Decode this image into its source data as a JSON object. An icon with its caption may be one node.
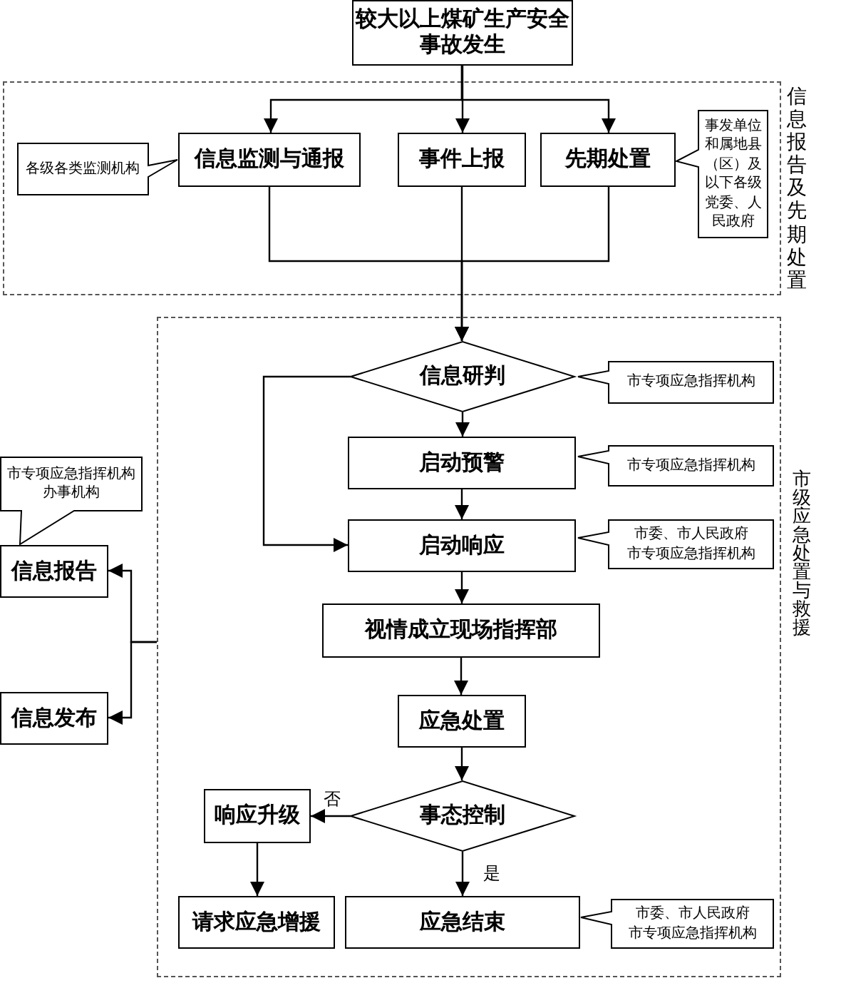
{
  "diagram": {
    "nodes": [
      {
        "text": [
          "较大以上煤矿生产安全事故发生"
        ]
      },
      {
        "text": [
          "信息报告及先期处置"
        ]
      },
      {
        "text": [
          "信息监测与通报"
        ],
        "in": 1
      },
      {
        "text": [
          "事件上报"
        ],
        "in": 1
      },
      {
        "text": [
          "先期处置"
        ],
        "in": 1
      },
      {
        "text": [
          "各级各类监测机构"
        ],
        "in": 1
      },
      {
        "text": [
          "事发单位和属地县（区）及以下各级党委、人民政府"
        ],
        "in": 1
      },
      {
        "text": [
          "市级应急处置与救援"
        ]
      },
      {
        "text": [
          "信息研判"
        ],
        "in": 7
      },
      {
        "text": [
          "市专项应急指挥机构"
        ],
        "in": 7
      },
      {
        "text": [
          "启动预警"
        ],
        "in": 7
      },
      {
        "text": [
          "市专项应急指挥机构"
        ],
        "in": 7
      },
      {
        "text": [
          "启动响应"
        ],
        "in": 7
      },
      {
        "text": [
          "市委、市人民政府",
          "市专项应急指挥机构"
        ],
        "in": 7
      },
      {
        "text": [
          "视情成立现场指挥部"
        ],
        "in": 7
      },
      {
        "text": [
          "应急处置"
        ],
        "in": 7
      },
      {
        "text": [
          "事态控制"
        ],
        "in": 7
      },
      {
        "text": [
          "响应升级"
        ],
        "in": 7
      },
      {
        "text": [
          "请求应急增援"
        ],
        "in": 7
      },
      {
        "text": [
          "应急结束"
        ],
        "in": 7
      },
      {
        "text": [
          "市委、市人民政府",
          "市专项应急指挥机构"
        ],
        "in": 7
      },
      {
        "text": [
          "信息报告"
        ]
      },
      {
        "text": [
          "市专项应急指挥机构办事机构"
        ]
      },
      {
        "text": [
          "信息发布"
        ]
      }
    ],
    "edges": [
      {
        "from": 0,
        "to": 2,
        "arrow": "to"
      },
      {
        "from": 0,
        "to": 3,
        "arrow": "to"
      },
      {
        "from": 0,
        "to": 4,
        "arrow": "to"
      },
      {
        "from": 2,
        "to": 8,
        "arrow": "to"
      },
      {
        "from": 3,
        "to": 8,
        "arrow": "to"
      },
      {
        "from": 4,
        "to": 8,
        "arrow": "to"
      },
      {
        "from": 8,
        "to": 10,
        "arrow": "to"
      },
      {
        "from": 10,
        "to": 12,
        "arrow": "to"
      },
      {
        "from": 8,
        "to": 12,
        "arrow": "to"
      },
      {
        "from": 12,
        "to": 14,
        "arrow": "to"
      },
      {
        "from": 14,
        "to": 15,
        "arrow": "to"
      },
      {
        "from": 15,
        "to": 16,
        "arrow": "to"
      },
      {
        "from": 16,
        "to": 17,
        "label": "否",
        "arrow": "to"
      },
      {
        "from": 17,
        "to": 18,
        "arrow": "to"
      },
      {
        "from": 16,
        "to": 19,
        "label": "是",
        "arrow": "to"
      },
      {
        "from": 7,
        "to": 21,
        "arrow": "to"
      },
      {
        "from": 7,
        "to": 23,
        "arrow": "to"
      }
    ]
  }
}
